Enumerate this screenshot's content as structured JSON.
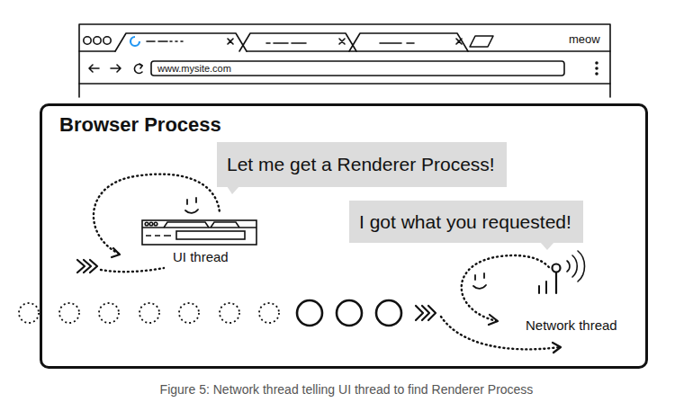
{
  "diagram": {
    "caption": "Figure 5: Network thread telling UI thread to find Renderer Process",
    "nodes": [
      {
        "text": [
          "Browser Process"
        ]
      },
      {
        "text": [
          "Let me get a Renderer Process!"
        ],
        "in": 0
      },
      {
        "text": [
          "I got what you requested!"
        ],
        "in": 0
      },
      {
        "text": [
          "UI thread"
        ],
        "in": 0
      },
      {
        "text": [
          "Network thread"
        ],
        "in": 0
      }
    ],
    "labels": [
      "meow",
      "www.mysite.com"
    ]
  }
}
